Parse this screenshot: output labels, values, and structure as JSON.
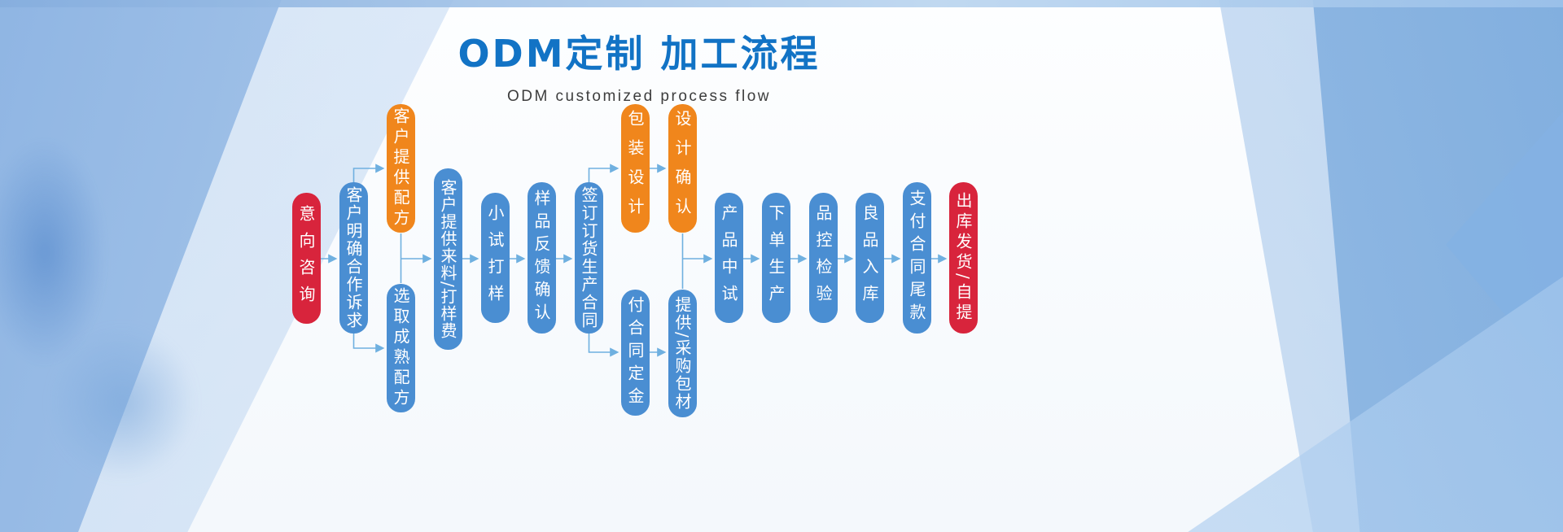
{
  "header": {
    "title": "ODM定制 加工流程",
    "subtitle": "ODM customized process flow"
  },
  "colors": {
    "title_blue": "#1273c5",
    "node_blue": "#4a8ed2",
    "node_red": "#d8243c",
    "node_orange": "#f0861c",
    "arrow_blue": "#6fb0e0"
  },
  "flow": {
    "nodes": [
      {
        "id": "intent-consult",
        "label": "意向咨询",
        "color": "red"
      },
      {
        "id": "clarify-demands",
        "label": "客户明确合作诉求",
        "color": "blue"
      },
      {
        "id": "customer-formula",
        "label": "客户提供配方",
        "color": "orange"
      },
      {
        "id": "mature-formula",
        "label": "选取成熟配方",
        "color": "blue"
      },
      {
        "id": "materials-fee",
        "label": "客户提供来料/打样费",
        "color": "blue"
      },
      {
        "id": "trial-sample",
        "label": "小试打样",
        "color": "blue"
      },
      {
        "id": "sample-feedback",
        "label": "样品反馈确认",
        "color": "blue"
      },
      {
        "id": "sign-contract",
        "label": "签订订货生产合同",
        "color": "blue"
      },
      {
        "id": "packaging-design",
        "label": "包装设计",
        "color": "orange"
      },
      {
        "id": "design-confirm",
        "label": "设计确认",
        "color": "orange"
      },
      {
        "id": "contract-deposit",
        "label": "付合同定金",
        "color": "blue"
      },
      {
        "id": "packaging-materials",
        "label": "提供/采购包材",
        "color": "blue"
      },
      {
        "id": "pilot-test",
        "label": "产品中试",
        "color": "blue"
      },
      {
        "id": "order-production",
        "label": "下单生产",
        "color": "blue"
      },
      {
        "id": "qc-inspection",
        "label": "品控检验",
        "color": "blue"
      },
      {
        "id": "warehouse-in",
        "label": "良品入库",
        "color": "blue"
      },
      {
        "id": "final-payment",
        "label": "支付合同尾款",
        "color": "blue"
      },
      {
        "id": "ship-or-pickup",
        "label": "出库发货/自提",
        "color": "red"
      }
    ],
    "edges": [
      [
        "intent-consult",
        "clarify-demands"
      ],
      [
        "clarify-demands",
        "customer-formula"
      ],
      [
        "clarify-demands",
        "mature-formula"
      ],
      [
        "customer-formula",
        "materials-fee"
      ],
      [
        "mature-formula",
        "materials-fee"
      ],
      [
        "materials-fee",
        "trial-sample"
      ],
      [
        "trial-sample",
        "sample-feedback"
      ],
      [
        "sample-feedback",
        "sign-contract"
      ],
      [
        "sign-contract",
        "packaging-design"
      ],
      [
        "sign-contract",
        "contract-deposit"
      ],
      [
        "packaging-design",
        "design-confirm"
      ],
      [
        "contract-deposit",
        "packaging-materials"
      ],
      [
        "design-confirm",
        "pilot-test"
      ],
      [
        "packaging-materials",
        "pilot-test"
      ],
      [
        "pilot-test",
        "order-production"
      ],
      [
        "order-production",
        "qc-inspection"
      ],
      [
        "qc-inspection",
        "warehouse-in"
      ],
      [
        "warehouse-in",
        "final-payment"
      ],
      [
        "final-payment",
        "ship-or-pickup"
      ]
    ]
  }
}
